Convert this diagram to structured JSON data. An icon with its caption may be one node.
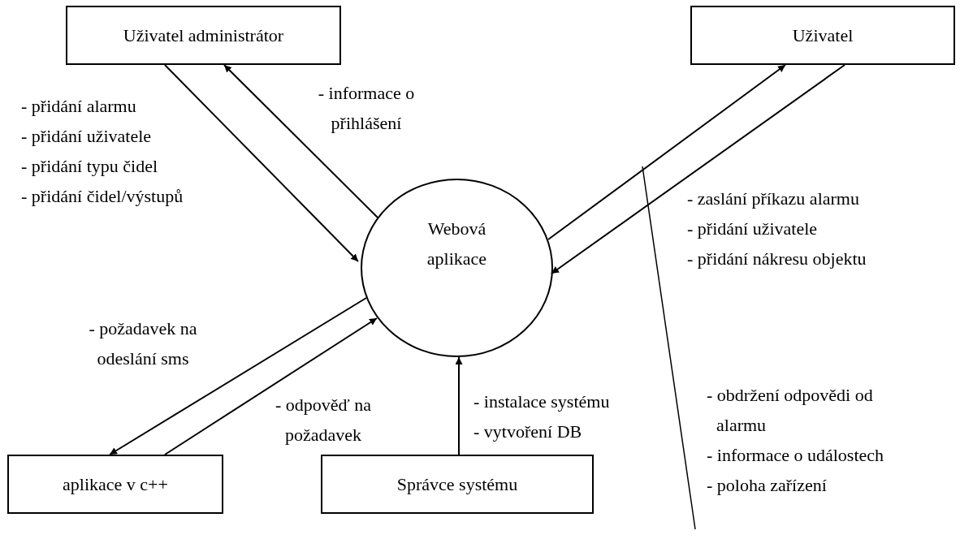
{
  "diagram": {
    "nodes": [
      {
        "text": [
          "Uživatel administrátor"
        ]
      },
      {
        "text": [
          "Uživatel"
        ]
      },
      {
        "text": [
          "Webová aplikace"
        ]
      },
      {
        "text": [
          "aplikace v c++"
        ]
      },
      {
        "text": [
          "Správce systému"
        ]
      },
      {
        "text": [
          "- obdržení odpovědi od alarmu",
          "- informace o událostech",
          "- poloha zařízení"
        ]
      }
    ],
    "edges": [
      {
        "from": 0,
        "to": 2,
        "arrow": "to",
        "label": "- přidání alarmu - přidání uživatele - přidání typu čidel - přidání čidel/výstupů"
      },
      {
        "from": 2,
        "to": 0,
        "arrow": "to",
        "label": "- informace o přihlášení"
      },
      {
        "from": 2,
        "to": 1,
        "arrow": "to"
      },
      {
        "from": 1,
        "to": 2,
        "arrow": "to",
        "label": "- zaslání příkazu alarmu - přidání uživatele - přidání nákresu objektu"
      },
      {
        "from": 2,
        "to": 3,
        "arrow": "to",
        "label": "- požadavek na odeslání sms"
      },
      {
        "from": 3,
        "to": 2,
        "arrow": "to",
        "label": "- odpověď na požadavek"
      },
      {
        "from": 4,
        "to": 2,
        "arrow": "to",
        "label": "- instalace systému - vytvoření DB"
      },
      {
        "from": 5,
        "to": null,
        "arrow": "none"
      }
    ]
  }
}
